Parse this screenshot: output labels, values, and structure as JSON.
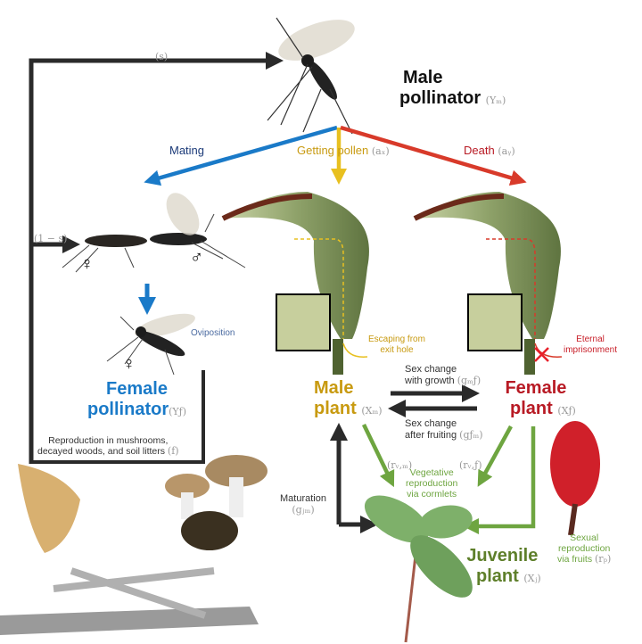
{
  "colors": {
    "blue": "#1a7ac8",
    "navy": "#1b3a78",
    "gold": "#c89a10",
    "red": "#b81a24",
    "green": "#6ea540",
    "dark": "#2a2a2a",
    "darkgreen": "#5e7f2a"
  },
  "male_pollinator": {
    "title_line1": "Male",
    "title_line2": "pollinator",
    "var": "(Yₘ)"
  },
  "survival": {
    "s": "(s)",
    "one_minus_s": "(1 − s)"
  },
  "transitions": {
    "mating": "Mating",
    "getting_pollen": "Getting pollen",
    "getting_pollen_var": "(aₓ)",
    "death": "Death",
    "death_var": "(aᵧ)",
    "oviposition": "Oviposition",
    "escaping_line1": "Escaping from",
    "escaping_line2": "exit hole",
    "imprison_line1": "Eternal",
    "imprison_line2": "imprisonment",
    "sex_change_growth_line1": "Sex change",
    "sex_change_growth_line2": "with growth",
    "sex_change_growth_var": "(gₘƒ)",
    "sex_change_fruit_line1": "Sex change",
    "sex_change_fruit_line2": "after fruiting",
    "sex_change_fruit_var": "(gƒₘ)",
    "rvm": "(rᵥ,ₘ)",
    "rvf": "(rᵥ,ƒ)",
    "veg_line1": "Vegetative",
    "veg_line2": "reproduction",
    "veg_line3": "via cormlets",
    "maturation": "Maturation",
    "maturation_var": "(gⱼₘ)",
    "sexual_line1": "Sexual",
    "sexual_line2": "reproduction",
    "sexual_line3": "via fruits",
    "sexual_var": "(rₚ)",
    "repro_line1": "Reproduction in mushrooms,",
    "repro_line2": "decayed woods, and soil litters",
    "repro_var": "(f)"
  },
  "female_pollinator": {
    "title_line1": "Female",
    "title_line2": "pollinator",
    "var": "(Yƒ)"
  },
  "symbols": {
    "female": "♀",
    "male": "♂",
    "female2": "♀"
  },
  "male_plant": {
    "line1": "Male",
    "line2": "plant",
    "var": "(Xₘ)"
  },
  "female_plant": {
    "line1": "Female",
    "line2": "plant",
    "var": "(Xƒ)"
  },
  "juvenile_plant": {
    "line1": "Juvenile",
    "line2": "plant",
    "var": "(Xⱼ)"
  }
}
